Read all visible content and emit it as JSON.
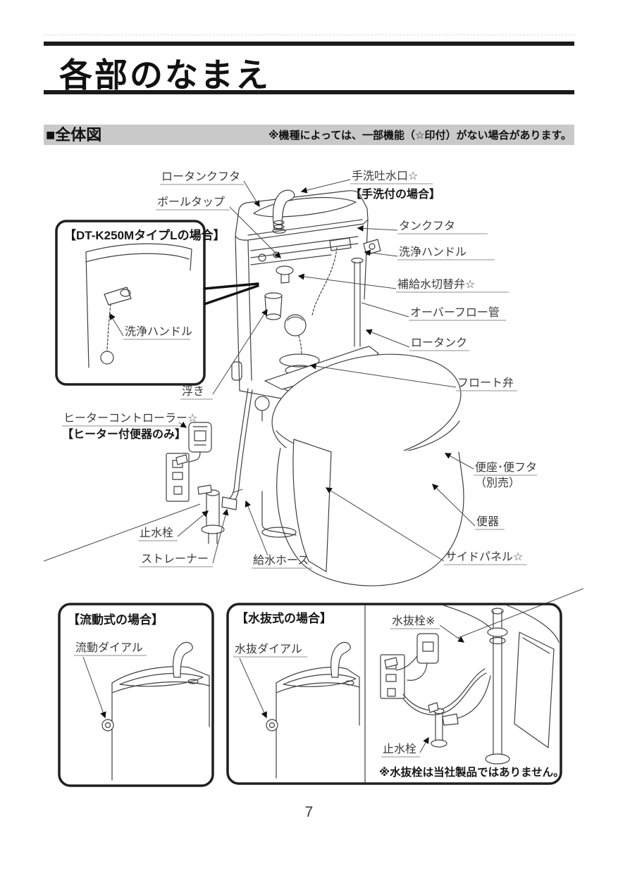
{
  "page": {
    "title": "各部のなまえ",
    "page_number": "7"
  },
  "section": {
    "heading": "■全体図",
    "note": "※機種によっては、一部機能（☆印付）がない場合があります。"
  },
  "main_diagram": {
    "labels": {
      "low_tank_lid": "ロータンクフタ",
      "ball_tap": "ボールタップ",
      "handwash_spout": "手洗吐水口☆",
      "handwash_case": "【手洗付の場合】",
      "tank_lid": "タンクフタ",
      "flush_handle": "洗浄ハンドル",
      "refill_switch_valve": "補給水切替弁☆",
      "overflow_pipe": "オーバーフロー管",
      "low_tank": "ロータンク",
      "float_valve": "フロート弁",
      "float": "浮き",
      "heater_controller": "ヒーターコントローラー☆",
      "heater_case": "【ヒーター付便器のみ】",
      "seat_lid": "便座･便フタ",
      "seat_lid_note": "（別売）",
      "bowl": "便器",
      "side_panel": "サイドパネル☆",
      "stop_valve": "止水栓",
      "strainer": "ストレーナー",
      "supply_hose": "給水ホース"
    },
    "inset_box": {
      "title": "【DT-K250MタイプLの場合】",
      "flush_handle": "洗浄ハンドル"
    }
  },
  "bottom_boxes": {
    "flow_type": {
      "title": "【流動式の場合】",
      "dial_label": "流動ダイアル"
    },
    "drain_type": {
      "title": "【水抜式の場合】",
      "dial_label": "水抜ダイアル",
      "drain_plug_label": "水抜栓※",
      "stop_valve_label": "止水栓",
      "note": "※水抜栓は当社製品ではありません。"
    }
  },
  "colors": {
    "bar_gray": "#c9c9c9",
    "rule_black": "#1b1b1b",
    "label_text": "#3a3a3a"
  }
}
